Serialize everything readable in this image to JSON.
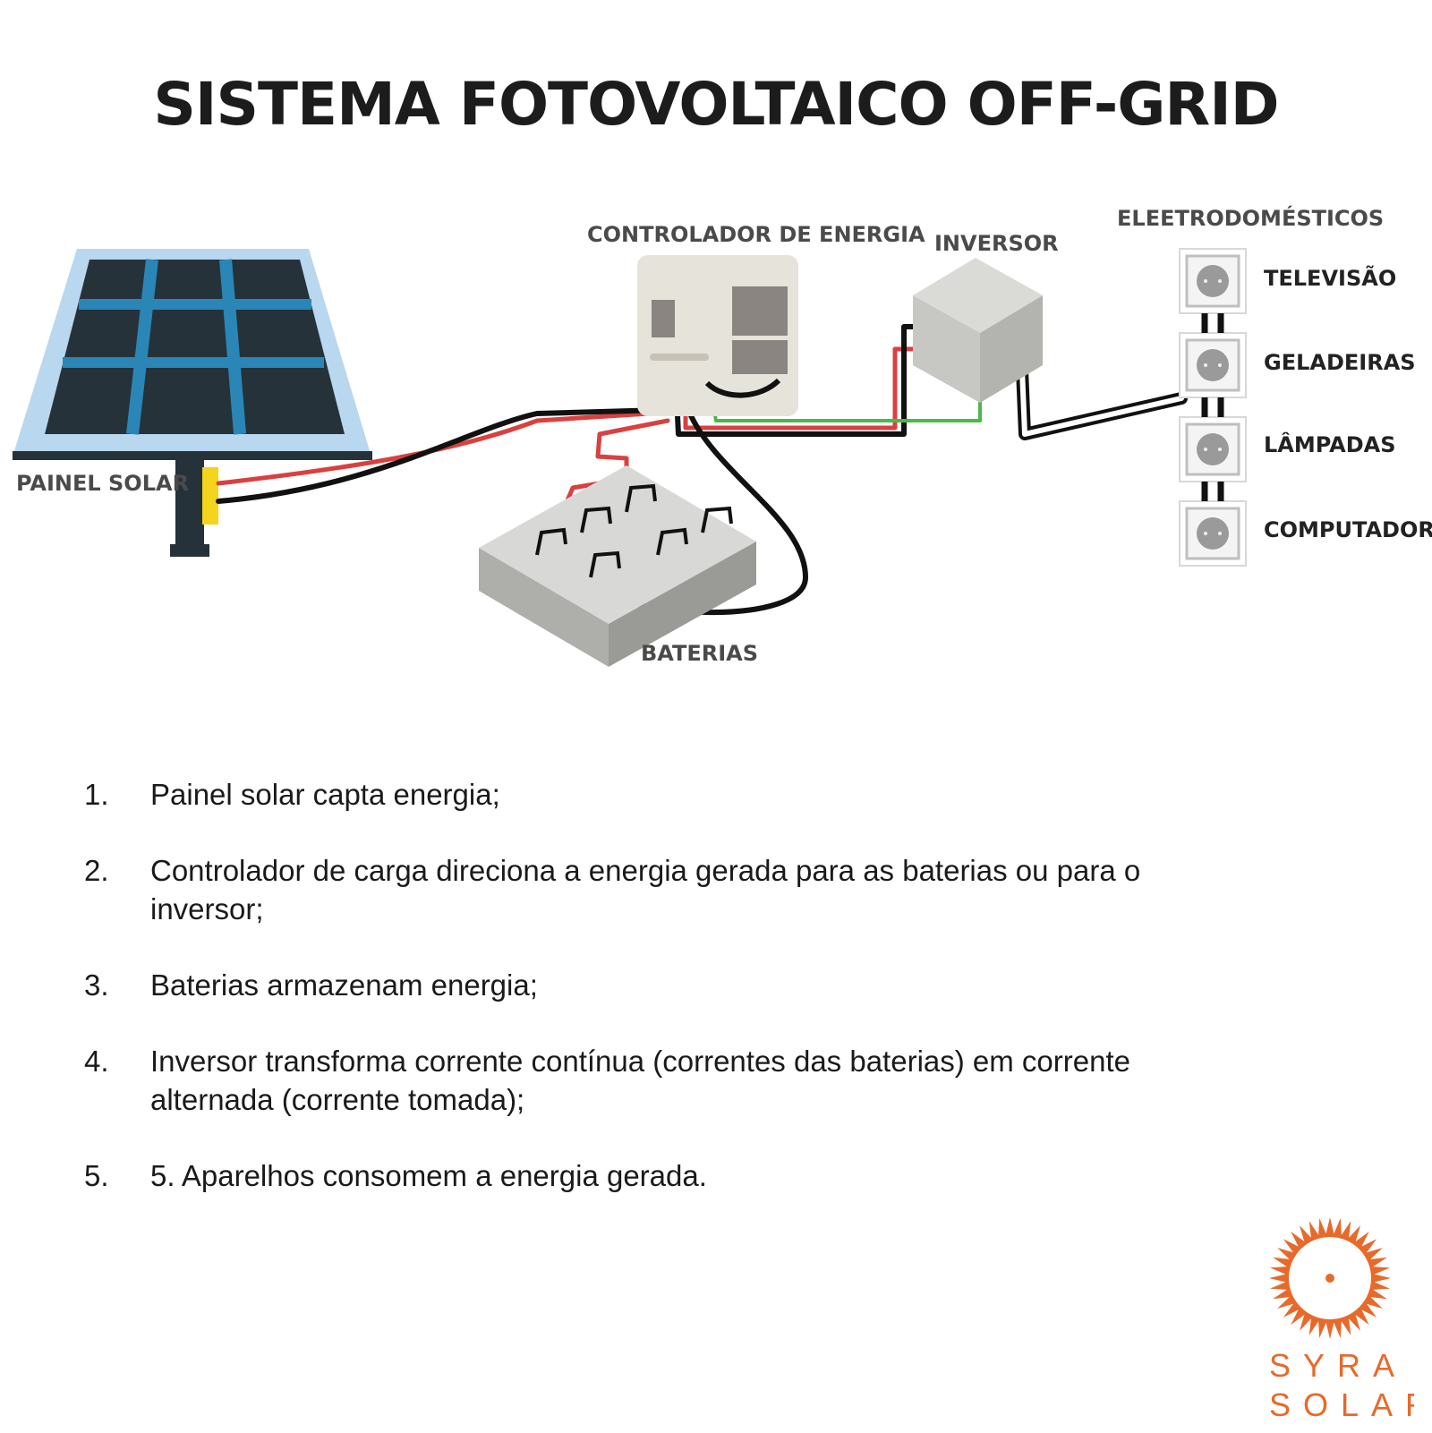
{
  "title": "SISTEMA FOTOVOLTAICO OFF-GRID",
  "diagram": {
    "labels": {
      "solar_panel": "PAINEL SOLAR",
      "controller": "CONTROLADOR DE ENERGIA",
      "inverter": "INVERSOR",
      "appliances": "ELEETRODOMÉSTICOS",
      "batteries": "BATERIAS"
    },
    "appliances": [
      "TELEVISÃO",
      "GELADEIRAS",
      "LÂMPADAS",
      "COMPUTADOR"
    ],
    "colors": {
      "panel_frame": "#b9d7ef",
      "panel_cell": "#253239",
      "panel_grid": "#2b86b8",
      "wire_red": "#d9403f",
      "wire_black": "#111111",
      "wire_green": "#4cb848",
      "connector": "#f4d41c",
      "label_gray": "#4a4a4a"
    }
  },
  "steps": [
    {
      "num": "1.",
      "text": "Painel solar capta energia;"
    },
    {
      "num": "2.",
      "text": "Controlador de carga direciona a energia gerada para as baterias ou para o inversor;"
    },
    {
      "num": "3.",
      "text": "Baterias armazenam energia;"
    },
    {
      "num": "4.",
      "text": "Inversor transforma corrente contínua (correntes das baterias) em corrente alternada (corrente tomada);"
    },
    {
      "num": "5.",
      "text": "5. Aparelhos consomem a energia gerada."
    }
  ],
  "logo": {
    "line1": "SYRA",
    "line2": "SOLAR",
    "color": "#e76a2b"
  }
}
